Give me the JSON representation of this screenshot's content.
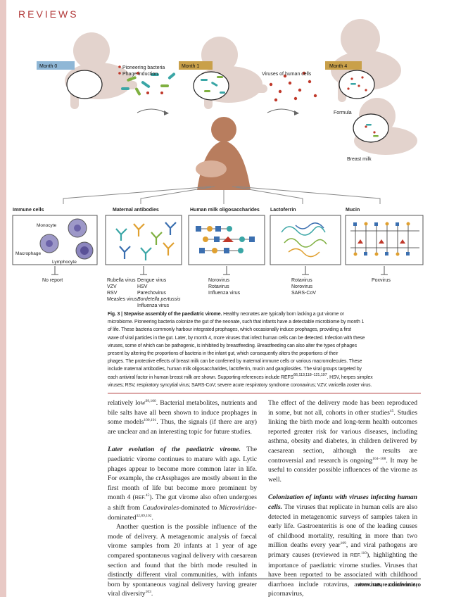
{
  "page": {
    "section_label": "REVIEWS",
    "footer_url": "www.nature.com/nrmicro",
    "accent_color": "#b23a3a",
    "sidebar_color": "#e8c9c5"
  },
  "figure": {
    "timeline": {
      "month0": "Month 0",
      "month1": "Month 1",
      "month4": "Month 4",
      "pioneering_bacteria": "Pioneering bacteria",
      "phage_induction": "Phage induction",
      "viruses_human_cells": "Viruses of human cells",
      "formula": "Formula",
      "breast_milk": "Breast milk"
    },
    "factors": [
      {
        "label": "Immune cells",
        "viruses": [
          "No report"
        ]
      },
      {
        "label": "Maternal antibodies",
        "viruses": [
          "Rubella virus",
          "VZV",
          "RSV",
          "Measles virus",
          "Dengue virus",
          "HSV",
          "Parechovirus",
          "Bordetella pertussis",
          "Influenza virus"
        ]
      },
      {
        "label": "Human milk oligosaccharides",
        "viruses": [
          "Norovirus",
          "Rotavirus",
          "Influenza virus"
        ]
      },
      {
        "label": "Lactoferrin",
        "viruses": [
          "Rotavirus",
          "Norovirus",
          "SARS-CoV"
        ]
      },
      {
        "label": "Mucin",
        "viruses": [
          "Poxvirus"
        ]
      }
    ],
    "immune_labels": {
      "monocyte": "Monocyte",
      "macrophage": "Macrophage",
      "lymphocyte": "Lymphocyte"
    }
  },
  "caption": {
    "label": "Fig. 3 |",
    "title": "Stepwise assembly of the paediatric virome.",
    "lines": [
      "Healthy neonates are typically born lacking a gut virome or",
      "microbiome. Pioneering bacteria colonize the gut of the neonate, such that infants have a detectable microbiome by month 1",
      "of life. These bacteria commonly harbour integrated prophages, which occasionally induce prophages, providing a first",
      "wave of viral particles in the gut. Later, by month 4, more viruses that infect human cells can be detected. Infection with these",
      "viruses, some of which can be pathogenic, is inhibited by breastfeeding. Breastfeeding can also alter the types of phages",
      "present by altering the proportions of bacteria in the infant gut, which consequently alters the proportions of their",
      "phages. The protective effects of breast milk can be conferred by maternal immune cells or various macromolecules. These",
      "include maternal antibodies, human milk oligosaccharides, lactoferrin, mucin and gangliosides. The viral groups targeted by",
      "each antiviral factor in human breast milk are shown. Supporting references include REFS",
      "viruses; RSV, respiratory syncytial virus; SARS-CoV; severe acute respiratory syndrome coronavirus; VZV, varicella zoster virus."
    ],
    "refs_sup": "66,113,118–121,197",
    "line9_tail": ". HSV, herpes simplex"
  },
  "left_column": {
    "p1_a": "relatively low",
    "p1_sup1": "99,100",
    "p1_b": ". Bacterial metabolites, nutrients and bile salts have all been shown to induce prophages in some models",
    "p1_sup2": "100,101",
    "p1_c": ". Thus, the signals (if there are any) are unclear and an interesting topic for future studies.",
    "p2_title": "Later evolution of the paediatric virome.",
    "p2_a": " The paediatric virome continues to mature with age. Lytic phages appear to become more common later in life. For example, the crAssphages are mostly absent in the first month of life but become more prominent by month 4 (",
    "p2_ref": "REF.",
    "p2_ref_sup": "45",
    "p2_b": "). The gut virome also often undergoes a shift from ",
    "p2_caudo": "Caudovirales",
    "p2_c": "-dominated to ",
    "p2_micro": "Microviridae",
    "p2_d": "-dominated",
    "p2_sup": "32,89,102",
    "p2_e": ".",
    "p3_a": "Another question is the possible influence of the mode of delivery. A metagenomic analysis of faecal virome samples from 20 infants at 1 year of age compared spontaneous vaginal delivery with caesarean section and found that the birth mode resulted in distinctly different viral communities, with infants born by spontaneous vaginal delivery having greater viral diversity",
    "p3_sup": "103",
    "p3_b": "."
  },
  "right_column": {
    "p1_a": "The effect of the delivery mode has been reproduced in some, but not all, cohorts in other studies",
    "p1_sup1": "45",
    "p1_b": ". Studies linking the birth mode and long-term health outcomes reported greater risk for various diseases, including asthma, obesity and diabetes, in children delivered by caesarean section, although the results are controversial and research is ongoing",
    "p1_sup2": "104–108",
    "p1_c": ". It may be useful to consider possible influences of the virome as well.",
    "p2_title": "Colonization of infants with viruses infecting human cells.",
    "p2_a": " The viruses that replicate in human cells are also detected in metagenomic surveys of samples taken in early life. Gastroenteritis is one of the leading causes of childhood mortality, resulting in more than two million deaths every year",
    "p2_sup1": "109",
    "p2_b": ", and viral pathogens are primary causes (reviewed in ",
    "p2_ref": "REF.",
    "p2_ref_sup": "110",
    "p2_c": "), highlighting the importance of paediatric virome studies. Viruses that have been reported to be associated with childhood diarrhoea include rotavirus, astrovirus, calicivirus, picornavirus,"
  }
}
